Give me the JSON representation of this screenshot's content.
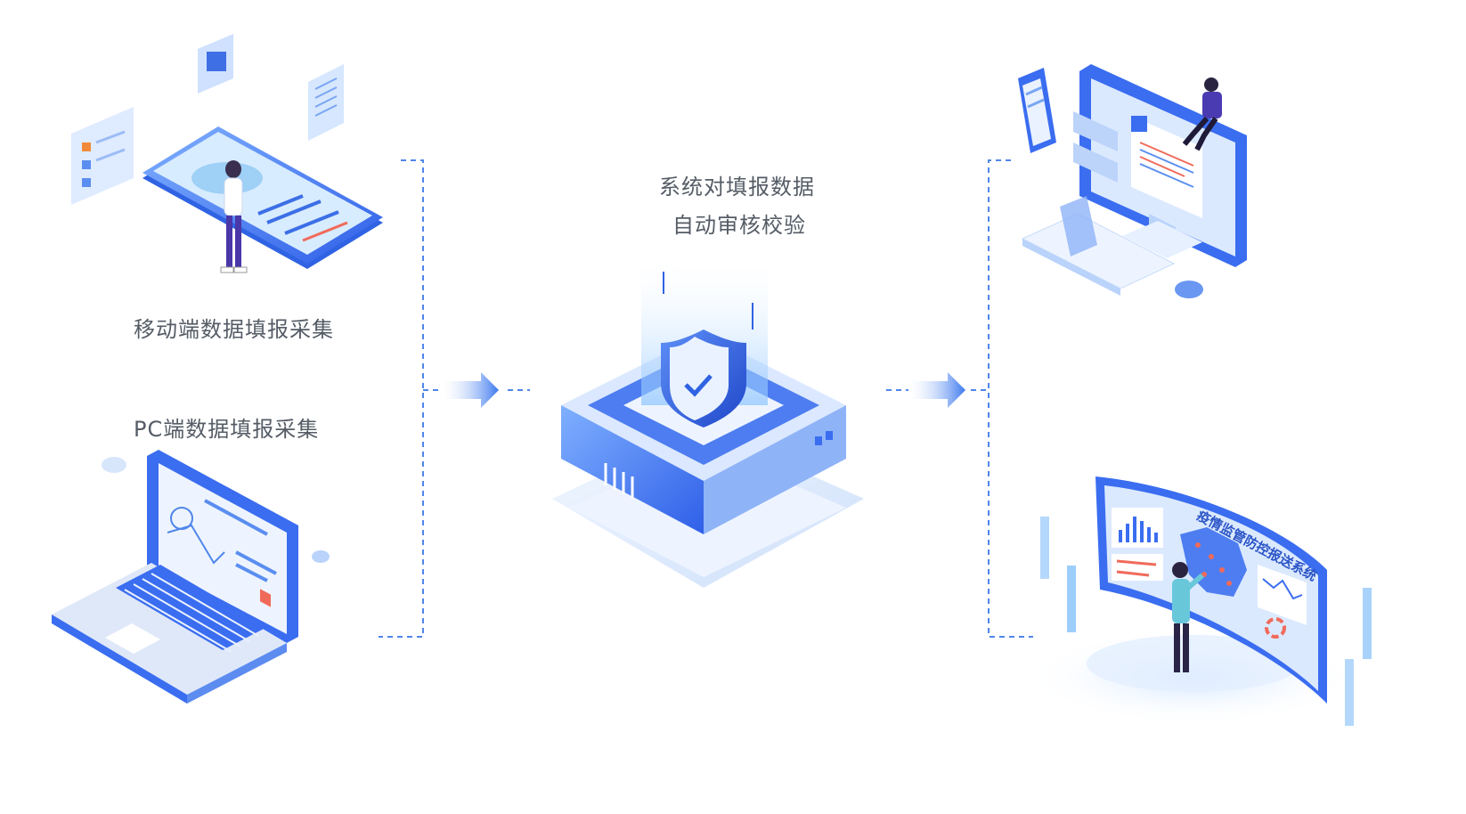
{
  "labels": {
    "mobile": "移动端数据填报采集",
    "pc": "PC端数据填报采集",
    "center_line1": "系统对填报数据",
    "center_line2": "自动审核校验",
    "dashboard_screen": "疫情监管防控报送系统"
  },
  "icons": {
    "phone": "smartphone-illustration-icon",
    "laptop": "laptop-illustration-icon",
    "server": "server-shield-icon",
    "desktop": "desktop-monitor-icon",
    "dashboard": "curved-dashboard-screen-icon"
  },
  "colors": {
    "primary_blue": "#3a6df0",
    "light_blue": "#b9d3fb",
    "pale_blue": "#e6f0ff",
    "dash_line": "#4f86ea",
    "text": "#555c66",
    "accent_red": "#f06a5a"
  }
}
